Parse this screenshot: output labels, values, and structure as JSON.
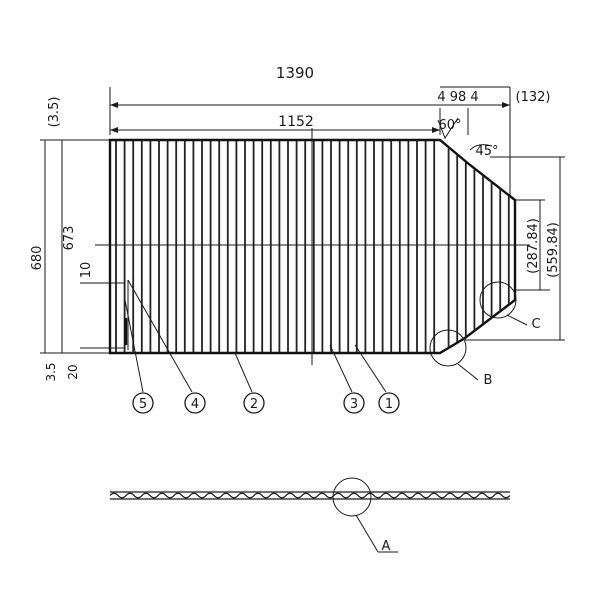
{
  "dimensions": {
    "overall_length": "1390",
    "inner_length": "1152",
    "top_small": "(3.5)",
    "top_right_seq": "4 98 4",
    "top_right_paren": "(132)",
    "angle_60": "60°",
    "angle_45": "45°",
    "height_outer": "680",
    "height_inner": "673",
    "left_10": "10",
    "bottom_3_5": "3.5",
    "bottom_20": "20",
    "right_paren_inner": "(287.84)",
    "right_paren_outer": "(559.84)"
  },
  "callouts": [
    {
      "id": "5"
    },
    {
      "id": "4"
    },
    {
      "id": "2"
    },
    {
      "id": "3"
    },
    {
      "id": "1"
    }
  ],
  "details": {
    "b": "B",
    "c": "C",
    "a": "A"
  }
}
